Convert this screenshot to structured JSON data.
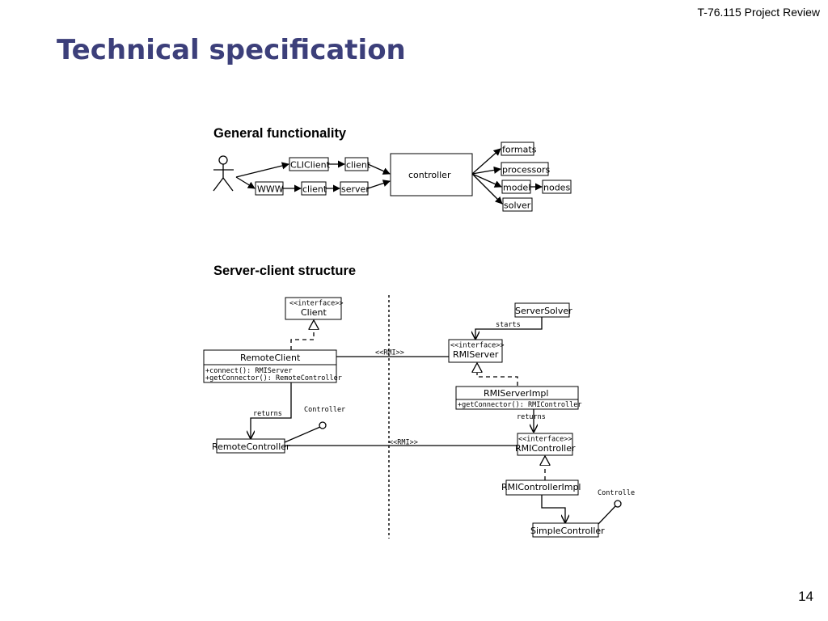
{
  "header": {
    "course": "T-76.115 Project Review"
  },
  "title": "Technical specification",
  "footer": {
    "page_number": "14"
  },
  "general": {
    "heading": "General  functionality",
    "nodes": {
      "cliclient": "CLIClient",
      "client_top": "client",
      "www": "WWW",
      "client_bottom": "client",
      "server": "server",
      "controller": "controller",
      "formats": "formats",
      "processors": "processors",
      "model": "model",
      "nodes": "nodes",
      "solver": "solver"
    }
  },
  "server_client": {
    "heading": "Server-client structure",
    "stereotype": "<<interface>>",
    "client": "Client",
    "remote_client": "RemoteClient",
    "remote_client_methods": [
      "+connect(): RMIServer",
      "+getConnector(): RemoteController"
    ],
    "returns_left": "returns",
    "controller_left": "Controller",
    "remote_controller": "RemoteController",
    "rmi_top": "<<RMI>>",
    "rmi_bottom": "<<RMI>>",
    "server_solver": "ServerSolver",
    "starts": "starts",
    "rmi_server": "RMIServer",
    "rmi_server_impl": "RMIServerImpl",
    "rmi_server_impl_method": "+getConnector(): RMIController",
    "returns_right": "returns",
    "rmi_controller": "RMIController",
    "rmi_controller_impl": "RMIControllerImpl",
    "controller_right": "Controlle",
    "simple_controller": "SimpleController"
  },
  "colors": {
    "title": "#3c3f7a"
  }
}
